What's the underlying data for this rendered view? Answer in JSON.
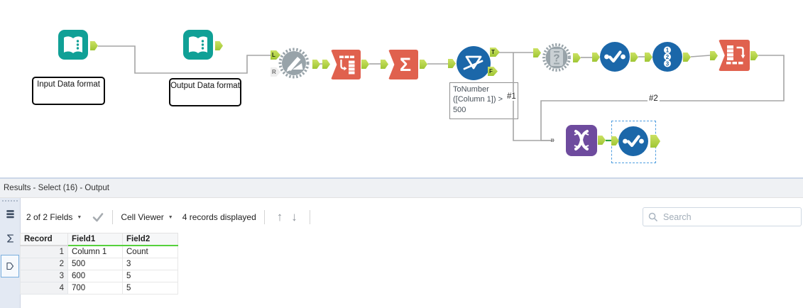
{
  "colors": {
    "teal": "#10a096",
    "orange": "#e0614e",
    "blue": "#1b67a9",
    "purple": "#6e4b9e",
    "gear_gray": "#98a3a9",
    "anchor_green": "#b9d84c",
    "selected_wire_green": "#2fa43b",
    "header_underline_green": "#56d13c",
    "selection_dash_blue": "#4f9ee0"
  },
  "canvas": {
    "comment_boxes": [
      {
        "text": "Input Data format"
      },
      {
        "text": "Output Data format"
      }
    ],
    "filter_annotation": "ToNumber\n([Column 1]) >\n500",
    "connection_labels": {
      "branch1": "#1",
      "branch2": "#2"
    },
    "anchor_letters": {
      "left": "L",
      "right": "R",
      "true_out": "T",
      "false_out": "F"
    },
    "icons": {
      "multi_input": "»",
      "sigma": "Σ",
      "question": "?",
      "one": "1",
      "two": "2",
      "three": "3"
    }
  },
  "results_panel": {
    "title": "Results - Select (16) - Output",
    "toolbar": {
      "fields_summary": "2 of 2 Fields",
      "cell_viewer_label": "Cell Viewer",
      "records_displayed": "4 records displayed",
      "caret": "▼",
      "up_arrow": "↑",
      "down_arrow": "↓",
      "search_placeholder": "Search"
    },
    "table": {
      "columns": [
        "Record",
        "Field1",
        "Field2"
      ],
      "rows": [
        [
          "1",
          "Column 1",
          "Count"
        ],
        [
          "2",
          "500",
          "3"
        ],
        [
          "3",
          "600",
          "5"
        ],
        [
          "4",
          "700",
          "5"
        ]
      ]
    }
  }
}
